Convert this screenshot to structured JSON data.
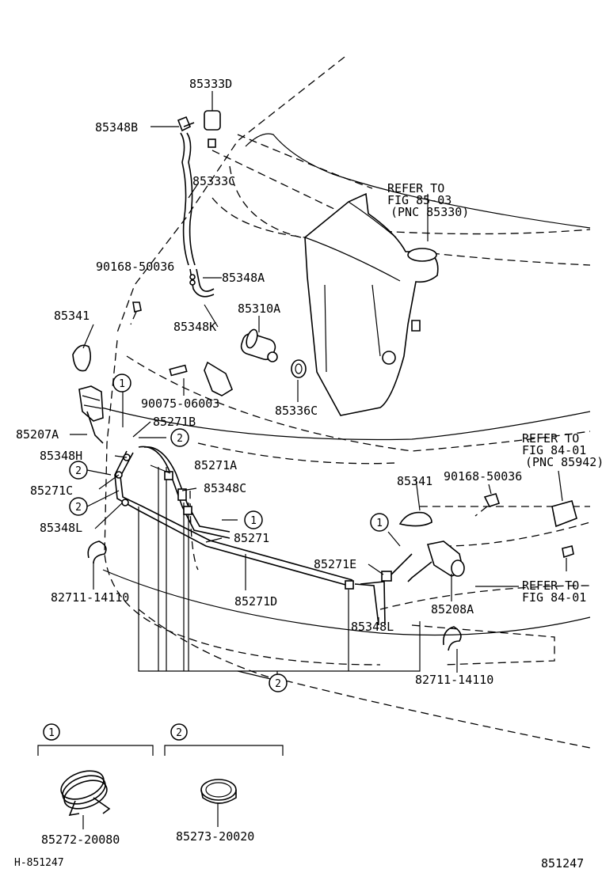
{
  "labels": {
    "p85333D": "85333D",
    "p85348B": "85348B",
    "p85333C": "85333C",
    "refer1_l1": "REFER TO",
    "refer1_l2": "FIG 85-03",
    "refer1_l3": "(PNC 85330)",
    "p90168_a": "90168-50036",
    "p85348A": "85348A",
    "p85341_a": "85341",
    "p85310A": "85310A",
    "p85348K": "85348K",
    "p90075": "90075-06003",
    "p85336C": "85336C",
    "p85271B": "85271B",
    "p85207A": "85207A",
    "p85348H": "85348H",
    "p85271A": "85271A",
    "refer2_l1": "REFER TO",
    "refer2_l2": "FIG 84-01",
    "refer2_l3": "(PNC 85942)",
    "p85341_b": "85341",
    "p90168_b": "90168-50036",
    "p85271C": "85271C",
    "p85348C": "85348C",
    "p85348L_a": "85348L",
    "p85271": "85271",
    "p85271E": "85271E",
    "refer3_l1": "REFER TO",
    "refer3_l2": "FIG 84-01",
    "p82711_a": "82711-14110",
    "p85271D": "85271D",
    "p85208A": "85208A",
    "p85348L_b": "85348L",
    "p82711_b": "82711-14110",
    "p85272": "85272-20080",
    "p85273": "85273-20020",
    "footer_left": "H-851247",
    "footer_right": "851247"
  },
  "callouts": {
    "one": "1",
    "two": "2"
  }
}
